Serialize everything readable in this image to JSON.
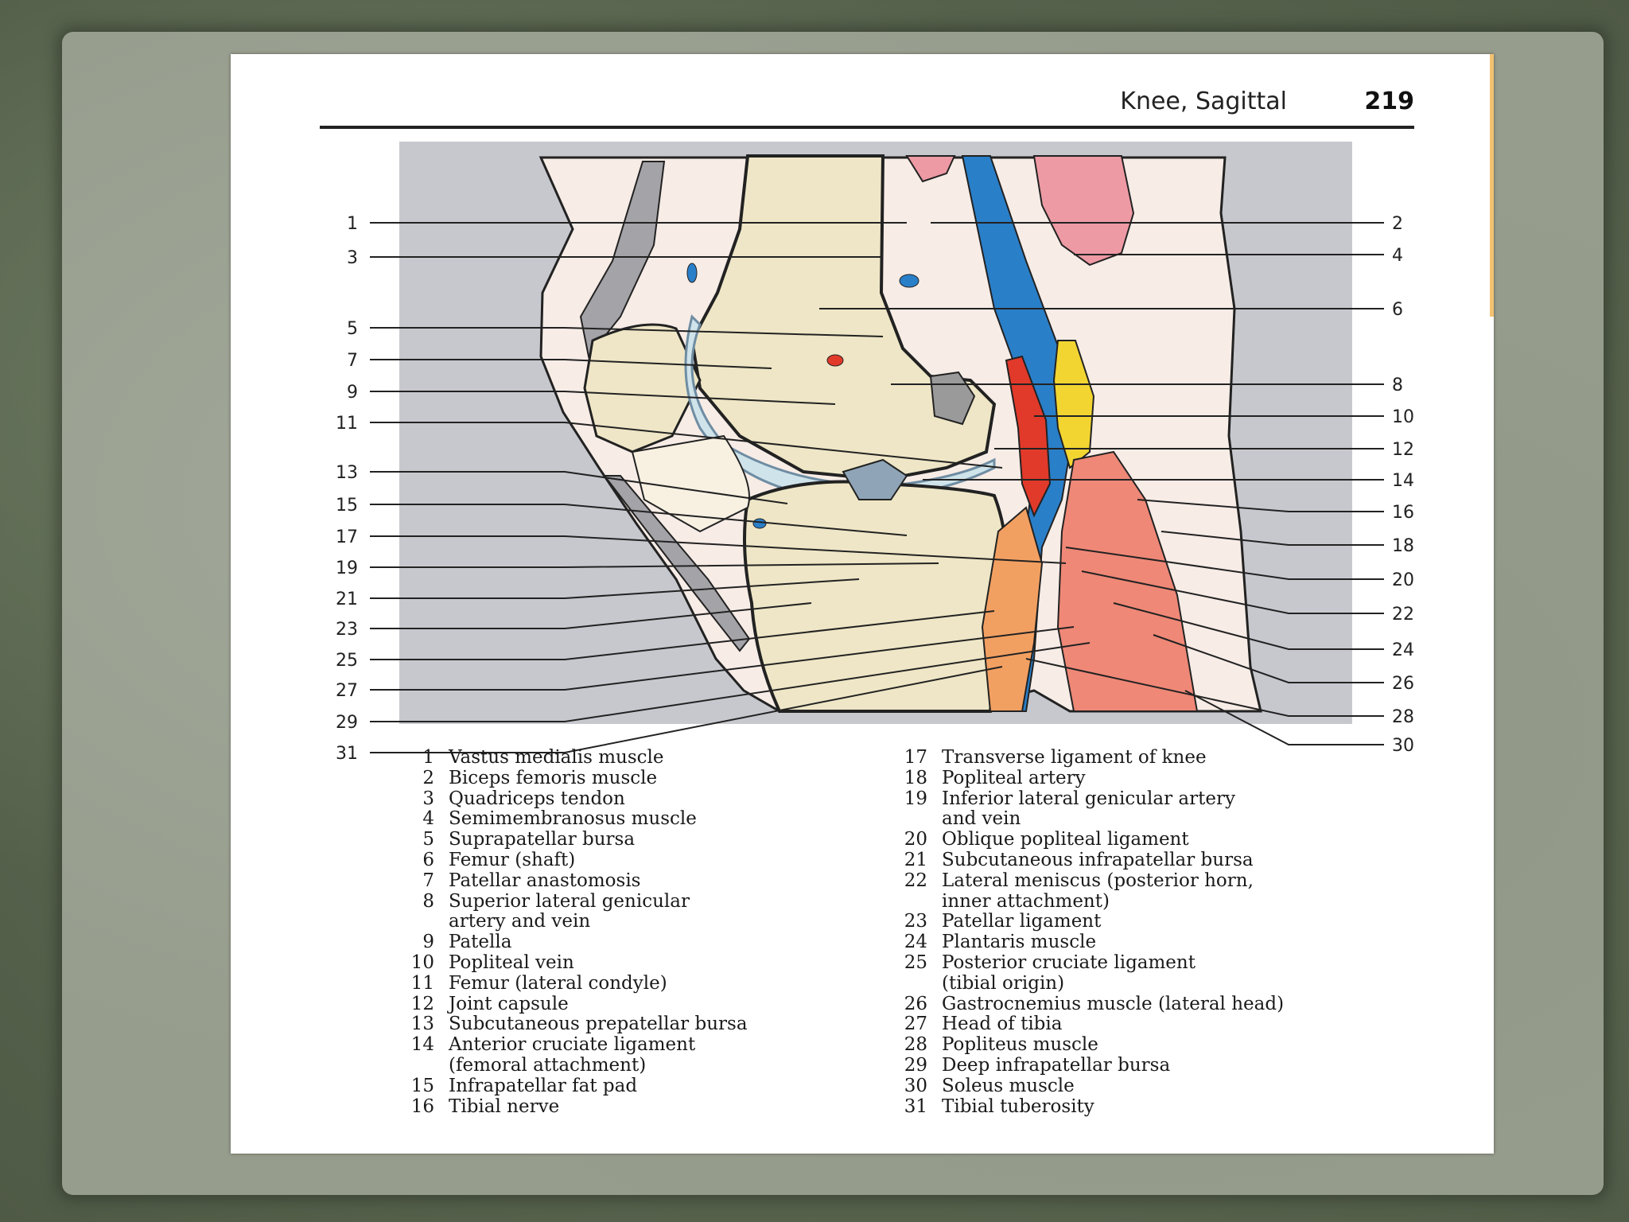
{
  "header": {
    "title": "Knee, Sagittal",
    "page_number": "219"
  },
  "figure": {
    "left_numbers": [
      "1",
      "3",
      "5",
      "7",
      "9",
      "11",
      "13",
      "15",
      "17",
      "19",
      "21",
      "23",
      "25",
      "27",
      "29",
      "31"
    ],
    "right_numbers": [
      "2",
      "4",
      "6",
      "8",
      "10",
      "12",
      "14",
      "16",
      "18",
      "20",
      "22",
      "24",
      "26",
      "28",
      "30"
    ]
  },
  "legend_left": [
    {
      "n": "1",
      "text": "Vastus medialis muscle",
      "cont": ""
    },
    {
      "n": "2",
      "text": "Biceps femoris muscle",
      "cont": ""
    },
    {
      "n": "3",
      "text": "Quadriceps tendon",
      "cont": ""
    },
    {
      "n": "4",
      "text": "Semimembranosus muscle",
      "cont": ""
    },
    {
      "n": "5",
      "text": "Suprapatellar bursa",
      "cont": ""
    },
    {
      "n": "6",
      "text": "Femur (shaft)",
      "cont": ""
    },
    {
      "n": "7",
      "text": "Patellar anastomosis",
      "cont": ""
    },
    {
      "n": "8",
      "text": "Superior lateral genicular",
      "cont": "artery and vein"
    },
    {
      "n": "9",
      "text": "Patella",
      "cont": ""
    },
    {
      "n": "10",
      "text": "Popliteal vein",
      "cont": ""
    },
    {
      "n": "11",
      "text": "Femur (lateral condyle)",
      "cont": ""
    },
    {
      "n": "12",
      "text": "Joint capsule",
      "cont": ""
    },
    {
      "n": "13",
      "text": "Subcutaneous prepatellar bursa",
      "cont": ""
    },
    {
      "n": "14",
      "text": "Anterior cruciate ligament",
      "cont": "(femoral attachment)"
    },
    {
      "n": "15",
      "text": "Infrapatellar fat pad",
      "cont": ""
    },
    {
      "n": "16",
      "text": "Tibial nerve",
      "cont": ""
    }
  ],
  "legend_right": [
    {
      "n": "17",
      "text": "Transverse ligament of knee",
      "cont": ""
    },
    {
      "n": "18",
      "text": "Popliteal artery",
      "cont": ""
    },
    {
      "n": "19",
      "text": "Inferior lateral genicular artery",
      "cont": "and vein"
    },
    {
      "n": "20",
      "text": "Oblique popliteal ligament",
      "cont": ""
    },
    {
      "n": "21",
      "text": "Subcutaneous infrapatellar bursa",
      "cont": ""
    },
    {
      "n": "22",
      "text": "Lateral meniscus (posterior horn,",
      "cont": "inner attachment)"
    },
    {
      "n": "23",
      "text": "Patellar ligament",
      "cont": ""
    },
    {
      "n": "24",
      "text": "Plantaris muscle",
      "cont": ""
    },
    {
      "n": "25",
      "text": "Posterior cruciate ligament",
      "cont": "(tibial origin)"
    },
    {
      "n": "26",
      "text": "Gastrocnemius muscle (lateral head)",
      "cont": ""
    },
    {
      "n": "27",
      "text": "Head of tibia",
      "cont": ""
    },
    {
      "n": "28",
      "text": "Popliteus muscle",
      "cont": ""
    },
    {
      "n": "29",
      "text": "Deep infrapatellar bursa",
      "cont": ""
    },
    {
      "n": "30",
      "text": "Soleus muscle",
      "cont": ""
    },
    {
      "n": "31",
      "text": "Tibial tuberosity",
      "cont": ""
    }
  ],
  "colors": {
    "bone": "#eee6c6",
    "background_gray": "#c7c8ce",
    "vein": "#2a7fc9",
    "artery": "#e13a2a",
    "nerve": "#f2d531",
    "muscle_pink": "#ee9aa4",
    "muscle_salmon": "#ef8877",
    "muscle_orange": "#f2a062",
    "capsule": "#9bb7c8",
    "tendon_gray": "#a3a3a8"
  }
}
